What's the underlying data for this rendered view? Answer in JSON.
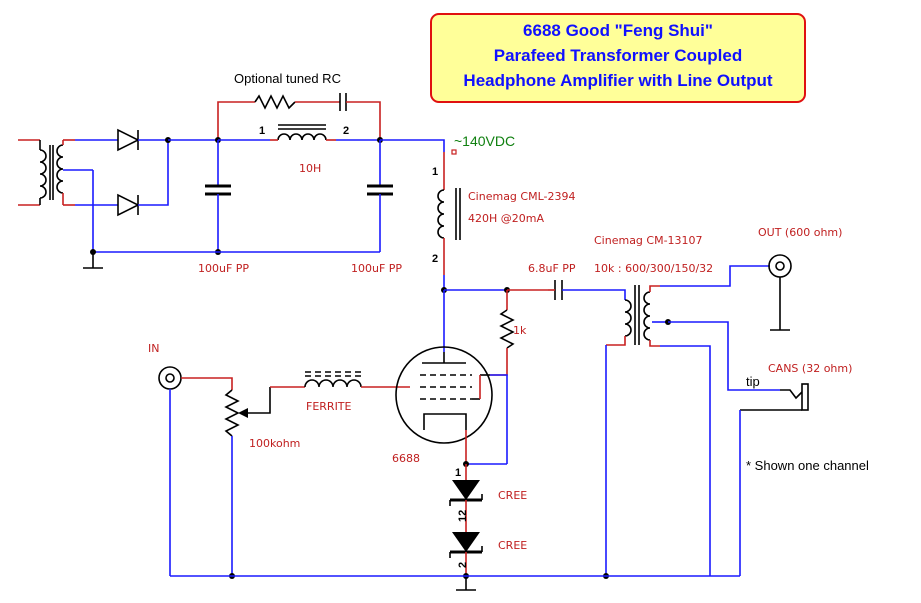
{
  "title": {
    "line1": "6688 Good \"Feng Shui\"",
    "line2": "Parafeed Transformer Coupled",
    "line3": "Headphone Amplifier with Line Output"
  },
  "labels": {
    "optional_rc": "Optional tuned RC",
    "choke_pin1": "1",
    "choke_pin2": "2",
    "choke_value": "10H",
    "cap1_value": "100uF PP",
    "cap2_value": "100uF PP",
    "b_plus": "~140VDC",
    "plate_choke_name": "Cinemag CML-2394",
    "plate_choke_value": "420H @20mA",
    "plate_choke_pin1": "1",
    "plate_choke_pin2": "2",
    "coupling_cap": "6.8uF PP",
    "output_tx_name": "Cinemag CM-13107",
    "output_tx_ratio": "10k : 600/300/150/32",
    "out_label": "OUT (600 ohm)",
    "resistor_1k": "1k",
    "input_label": "IN",
    "ferrite": "FERRITE",
    "pot_value": "100kohm",
    "tube": "6688",
    "led_pin1": "1",
    "led_pin12": "12",
    "led_pin2": "2",
    "cree1": "CREE",
    "cree2": "CREE",
    "tip": "tip",
    "cans_label": "CANS (32 ohm)",
    "note": "* Shown one channel"
  },
  "colors": {
    "wire_blue": "#1a1aff",
    "wire_red": "#c82020",
    "title_bg": "#ffff99",
    "title_border": "#e01010",
    "title_text": "#1010ff",
    "b_plus_text": "#108010"
  }
}
